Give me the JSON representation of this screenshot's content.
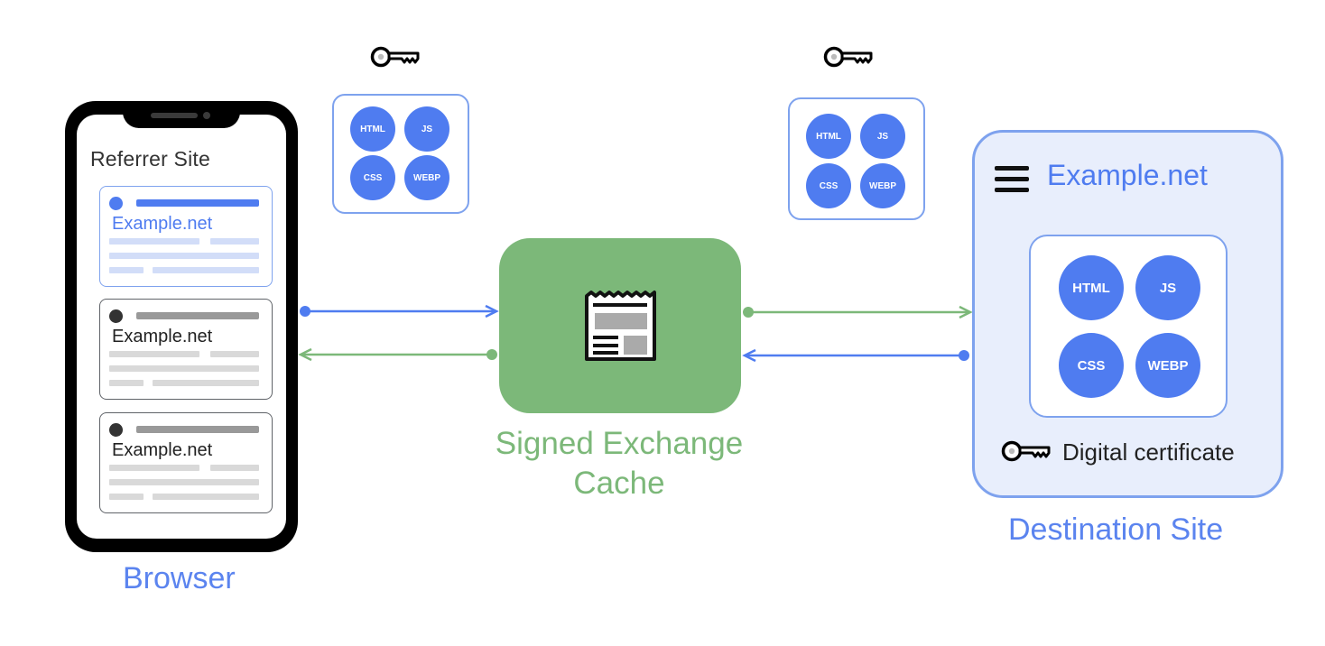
{
  "colors": {
    "blue": "#4f7cf0",
    "green": "#7cb879",
    "light_blue_bg": "#e8eefc"
  },
  "browser": {
    "label": "Browser",
    "screen_title": "Referrer Site",
    "cards": [
      {
        "name": "Example.net",
        "highlighted": true
      },
      {
        "name": "Example.net",
        "highlighted": false
      },
      {
        "name": "Example.net",
        "highlighted": false
      }
    ]
  },
  "left_bundle": {
    "icon": "key-icon",
    "resources": [
      "HTML",
      "JS",
      "CSS",
      "WEBP"
    ]
  },
  "right_bundle": {
    "icon": "key-icon",
    "resources": [
      "HTML",
      "JS",
      "CSS",
      "WEBP"
    ]
  },
  "cache": {
    "icon": "receipt-icon",
    "label_line1": "Signed Exchange",
    "label_line2": "Cache"
  },
  "destination": {
    "label": "Destination Site",
    "site_name": "Example.net",
    "menu_icon": "hamburger-menu-icon",
    "resources": [
      "HTML",
      "JS",
      "CSS",
      "WEBP"
    ],
    "certificate_label": "Digital certificate",
    "certificate_icon": "key-icon"
  },
  "arrows": [
    {
      "from": "browser",
      "to": "cache",
      "color": "blue"
    },
    {
      "from": "cache",
      "to": "browser",
      "color": "green"
    },
    {
      "from": "cache",
      "to": "destination",
      "color": "green"
    },
    {
      "from": "destination",
      "to": "cache",
      "color": "blue"
    }
  ]
}
